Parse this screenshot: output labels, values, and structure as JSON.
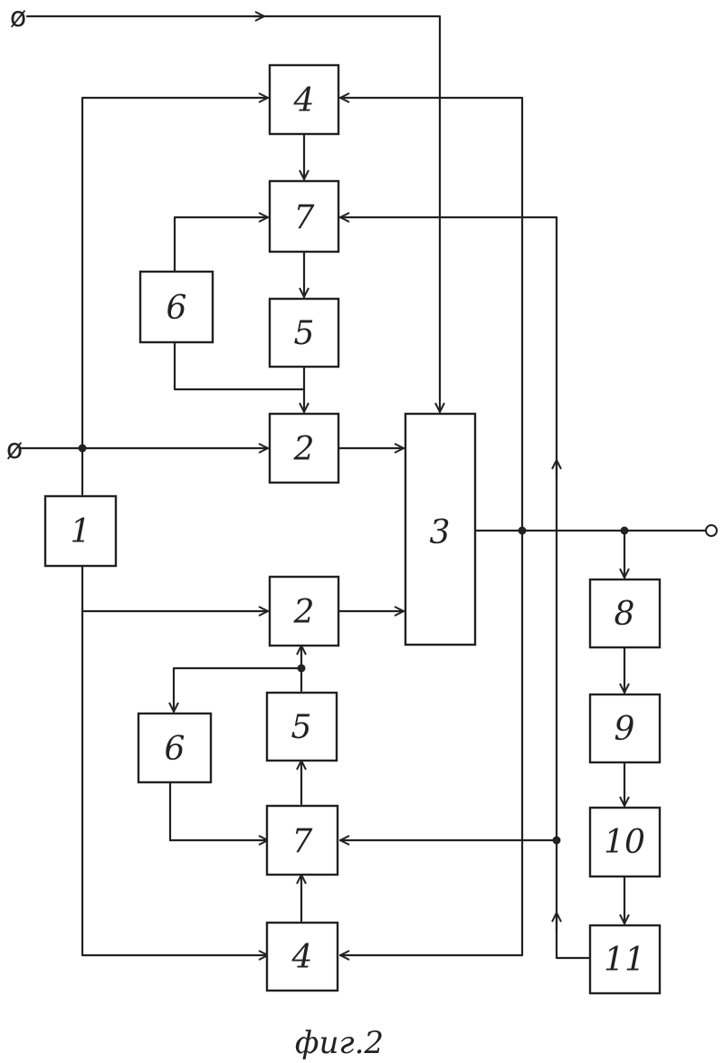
{
  "blocks": {
    "b4_top": "4",
    "b7_top": "7",
    "b6_top": "6",
    "b5_top": "5",
    "b2_top": "2",
    "b1": "1",
    "b3": "3",
    "b2_bot": "2",
    "b5_bot": "5",
    "b6_bot": "6",
    "b7_bot": "7",
    "b4_bot": "4",
    "b8": "8",
    "b9": "9",
    "b10": "10",
    "b11": "11"
  },
  "terminals": {
    "input_top": "ø",
    "input_mid": "ø"
  },
  "caption": "фиг.2"
}
